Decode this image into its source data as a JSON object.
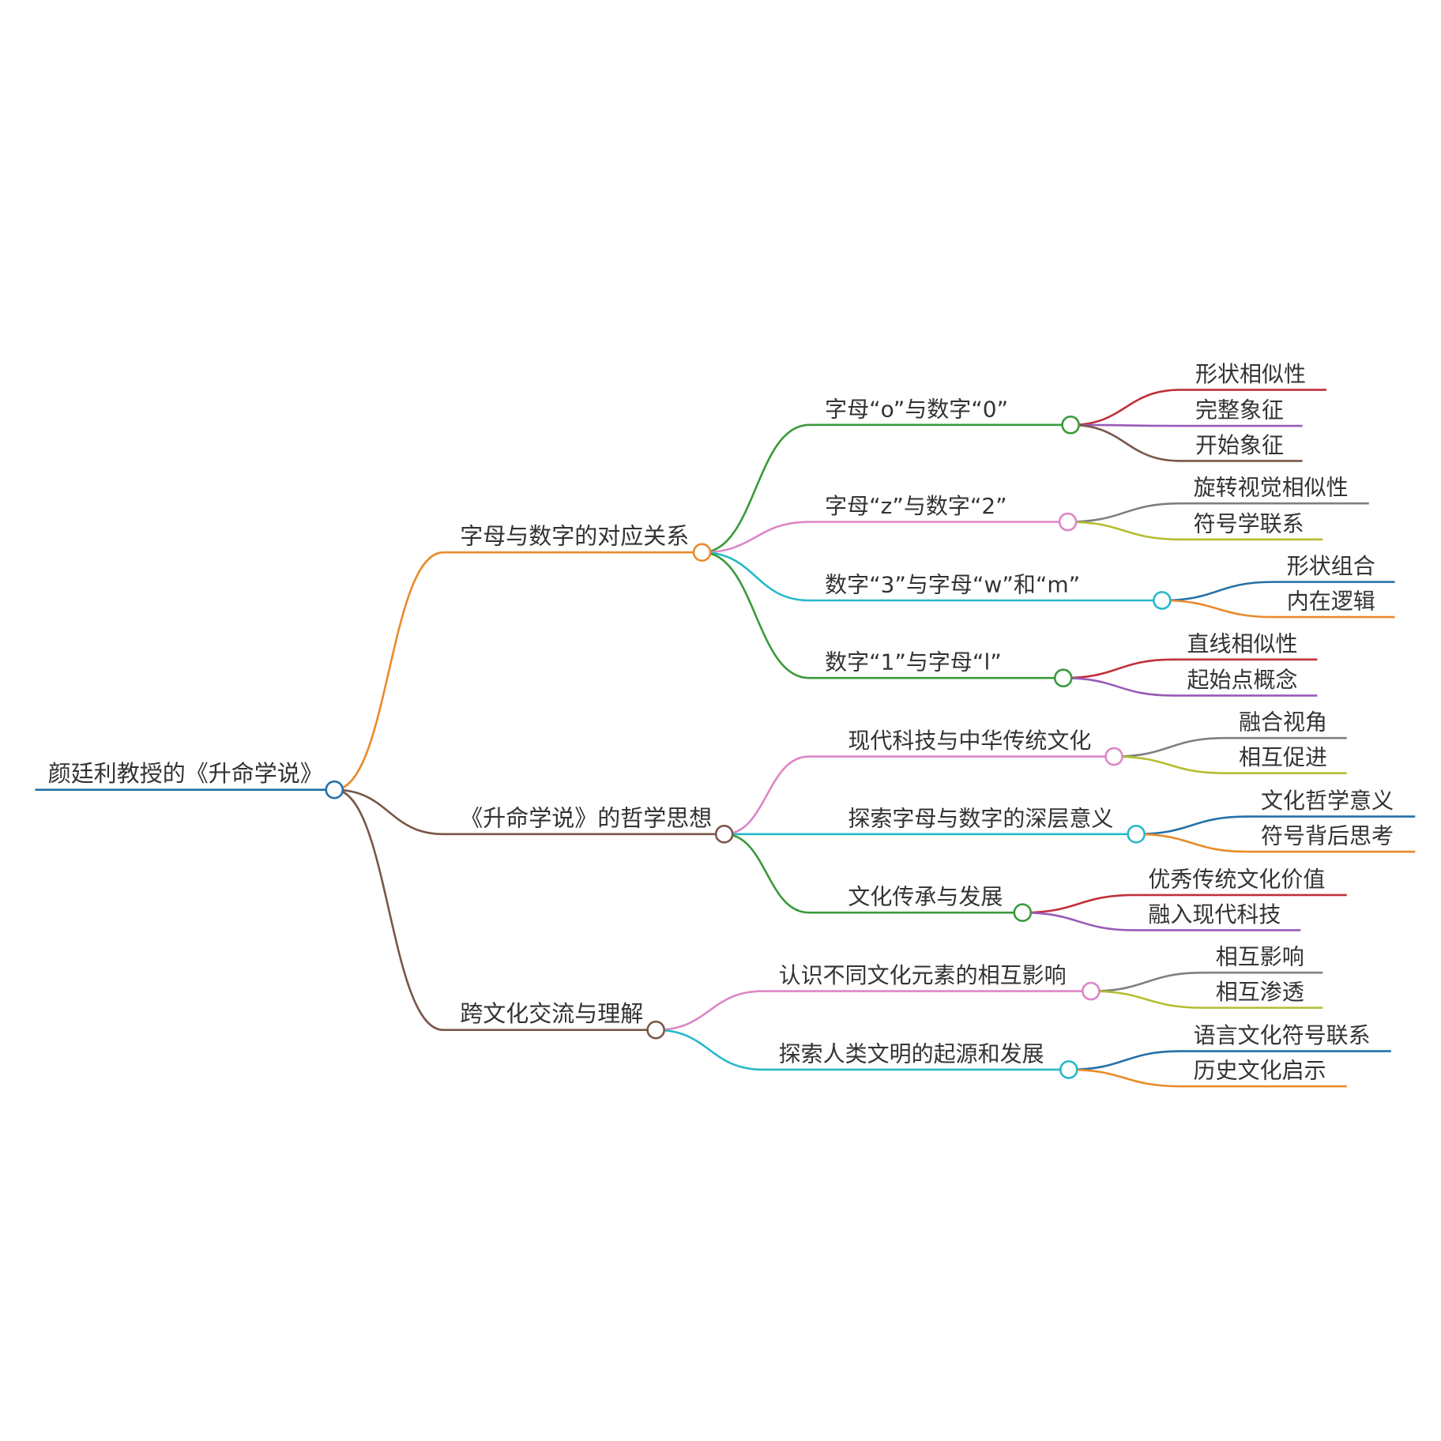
{
  "root": {
    "label": "颜廷利教授的《升命学说》",
    "color": "#2470a8"
  },
  "branches": [
    {
      "label": "字母与数字的对应关系",
      "color": "#e98b2a",
      "children": [
        {
          "label": "字母“o”与数字“0”",
          "color": "#3a9a3a",
          "children": [
            {
              "label": "形状相似性",
              "color": "#c0313a"
            },
            {
              "label": "完整象征",
              "color": "#9a5ab8"
            },
            {
              "label": "开始象征",
              "color": "#7a564a"
            }
          ]
        },
        {
          "label": "字母“z”与数字“2”",
          "color": "#dd86c8",
          "children": [
            {
              "label": "旋转视觉相似性",
              "color": "#7f7f7f"
            },
            {
              "label": "符号学联系",
              "color": "#b4bd30"
            }
          ]
        },
        {
          "label": "数字“3”与字母“w”和“m”",
          "color": "#27b9c9",
          "children": [
            {
              "label": "形状组合",
              "color": "#2470a8"
            },
            {
              "label": "内在逻辑",
              "color": "#e98b2a"
            }
          ]
        },
        {
          "label": "数字“1”与字母“l”",
          "color": "#3a9a3a",
          "children": [
            {
              "label": "直线相似性",
              "color": "#c0313a"
            },
            {
              "label": "起始点概念",
              "color": "#9a5ab8"
            }
          ]
        }
      ]
    },
    {
      "label": "《升命学说》的哲学思想",
      "color": "#7a564a",
      "children": [
        {
          "label": "现代科技与中华传统文化",
          "color": "#dd86c8",
          "children": [
            {
              "label": "融合视角",
              "color": "#7f7f7f"
            },
            {
              "label": "相互促进",
              "color": "#b4bd30"
            }
          ]
        },
        {
          "label": "探索字母与数字的深层意义",
          "color": "#27b9c9",
          "children": [
            {
              "label": "文化哲学意义",
              "color": "#2470a8"
            },
            {
              "label": "符号背后思考",
              "color": "#e98b2a"
            }
          ]
        },
        {
          "label": "文化传承与发展",
          "color": "#3a9a3a",
          "children": [
            {
              "label": "优秀传统文化价值",
              "color": "#c0313a"
            },
            {
              "label": "融入现代科技",
              "color": "#9a5ab8"
            }
          ]
        }
      ]
    },
    {
      "label": "跨文化交流与理解",
      "color": "#7a564a",
      "children": [
        {
          "label": "认识不同文化元素的相互影响",
          "color": "#dd86c8",
          "children": [
            {
              "label": "相互影响",
              "color": "#7f7f7f"
            },
            {
              "label": "相互渗透",
              "color": "#b4bd30"
            }
          ]
        },
        {
          "label": "探索人类文明的起源和发展",
          "color": "#27b9c9",
          "children": [
            {
              "label": "语言文化符号联系",
              "color": "#2470a8"
            },
            {
              "label": "历史文化启示",
              "color": "#e98b2a"
            }
          ]
        }
      ]
    }
  ]
}
